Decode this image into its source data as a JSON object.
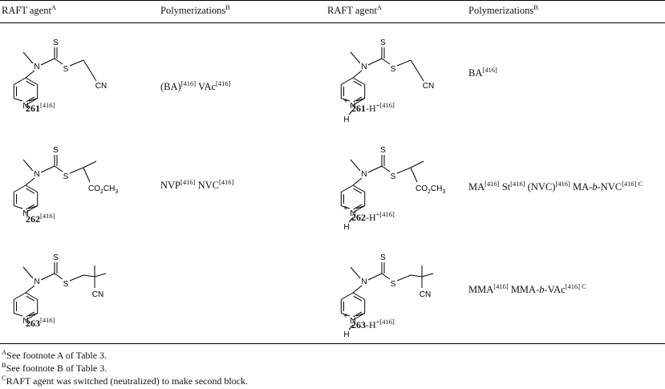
{
  "header": {
    "col1": "RAFT agent",
    "col1_sup": "A",
    "col2": "Polymerizations",
    "col2_sup": "B",
    "col3": "RAFT agent",
    "col3_sup": "A",
    "col4": "Polymerizations",
    "col4_sup": "B"
  },
  "rows": [
    {
      "left_label": "261",
      "left_label_ref": "[416]",
      "left_polym_html": "(BA)<sup>[416]</sup> VAc<sup>[416]</sup>",
      "right_label": "261",
      "right_label_suffix": "-H",
      "right_label_sup": "+[416]",
      "right_polym_html": "BA<sup>[416]</sup>",
      "group_top": "CN"
    },
    {
      "left_label": "262",
      "left_label_ref": "[416]",
      "left_polym_html": "NVP<sup>[416]</sup> NVC<sup>[416]</sup>",
      "right_label": "262",
      "right_label_suffix": "-H",
      "right_label_sup": "+[416]",
      "right_polym_html": "MA<sup>[416]</sup> St<sup>[416]</sup> (NVC)<sup>[416]</sup> MA-<i>b</i>-NVC<sup>[416] C</sup>",
      "group_top": "CO2CH3"
    },
    {
      "left_label": "263",
      "left_label_ref": "[416]",
      "left_polym_html": "",
      "right_label": "263",
      "right_label_suffix": "-H",
      "right_label_sup": "+[416]",
      "right_polym_html": "MMA<sup>[416]</sup> MMA-<i>b</i>-VAc<sup>[416] C</sup>",
      "group_top": "CN"
    }
  ],
  "atoms": {
    "N": "N",
    "S": "S",
    "H": "H",
    "plus": "+",
    "CN": "CN",
    "CO2": "CO",
    "sub2": "2",
    "CH3": "CH",
    "sub3": "3"
  },
  "footnotes": [
    {
      "sup": "A",
      "text": "See footnote A of Table 3."
    },
    {
      "sup": "B",
      "text": "See footnote B of Table 3."
    },
    {
      "sup": "C",
      "text": "RAFT agent was switched (neutralized) to make second block."
    }
  ]
}
